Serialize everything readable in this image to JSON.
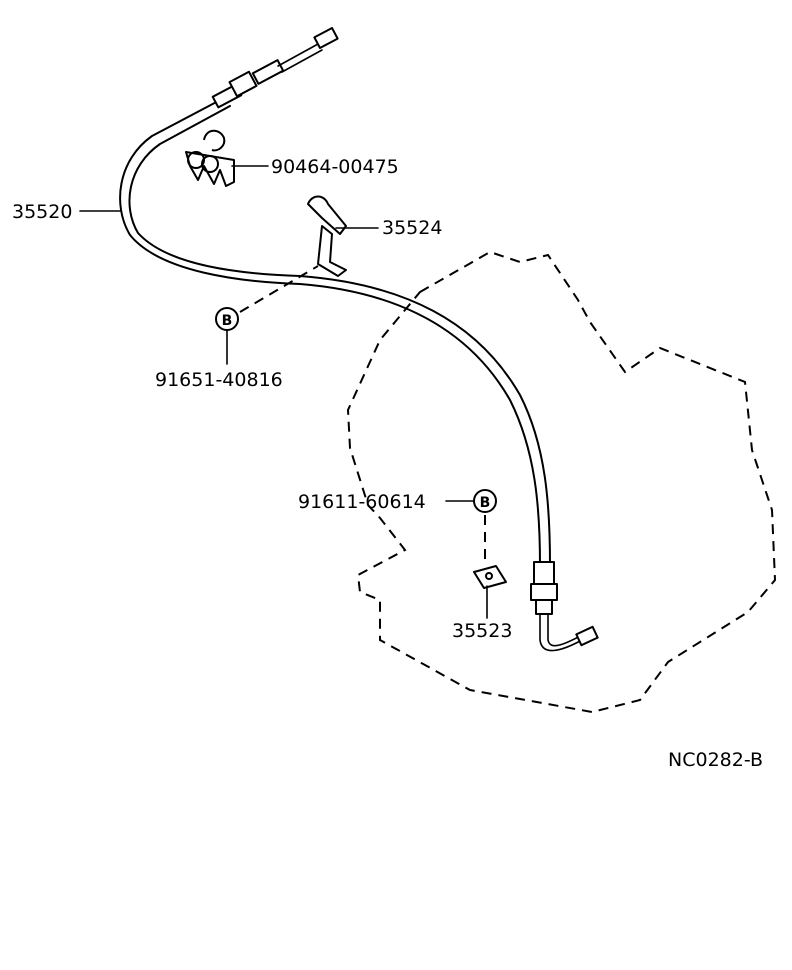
{
  "callouts": {
    "cable": "35520",
    "clamp": "90464-00475",
    "bracket_upper": "35524",
    "bolt_upper": "91651-40816",
    "bolt_lower": "91611-60614",
    "bracket_lower": "35523"
  },
  "bolt_symbol": "B",
  "figure_code": "NC0282-B"
}
